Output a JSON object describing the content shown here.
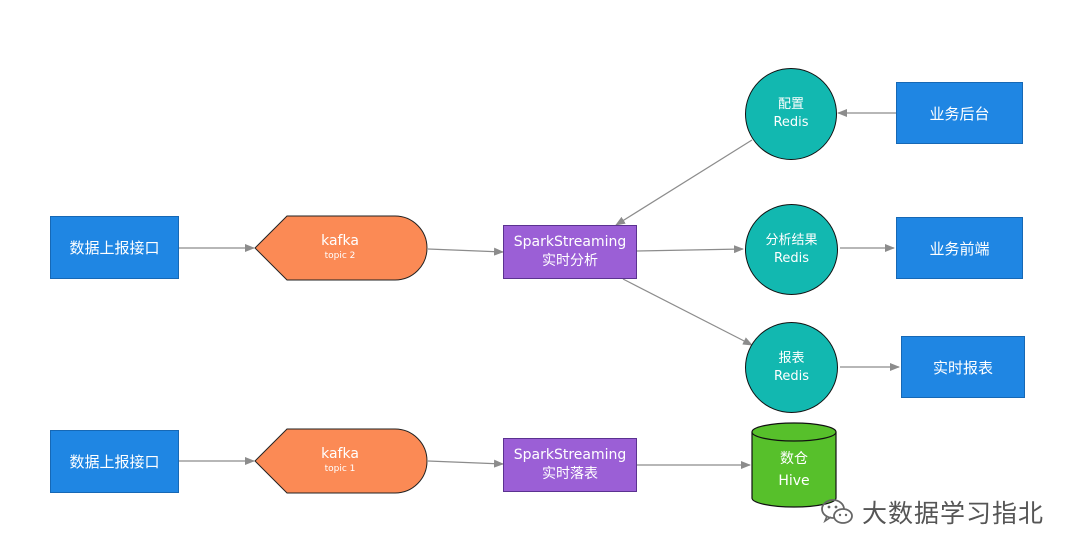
{
  "nodes": {
    "report_api_1": "数据上报接口",
    "report_api_2": "数据上报接口",
    "kafka_1": {
      "title": "kafka",
      "sub": "topic 2"
    },
    "kafka_2": {
      "title": "kafka",
      "sub": "topic 1"
    },
    "spark_1": {
      "line1": "SparkStreaming",
      "line2": "实时分析"
    },
    "spark_2": {
      "line1": "SparkStreaming",
      "line2": "实时落表"
    },
    "config_redis": {
      "line1": "配置",
      "line2": "Redis"
    },
    "result_redis": {
      "line1": "分析结果",
      "line2": "Redis"
    },
    "report_redis": {
      "line1": "报表",
      "line2": "Redis"
    },
    "hive": {
      "line1": "数仓",
      "line2": "Hive"
    },
    "backend": "业务后台",
    "frontend": "业务前端",
    "realtime_report": "实时报表"
  },
  "watermark": {
    "text": "大数据学习指北"
  },
  "colors": {
    "blue": "#1f86e3",
    "orange": "#fb8a55",
    "purple": "#9b5fd6",
    "teal": "#12b8b0",
    "green": "#57c02b",
    "arrow": "#8c8c8c"
  }
}
